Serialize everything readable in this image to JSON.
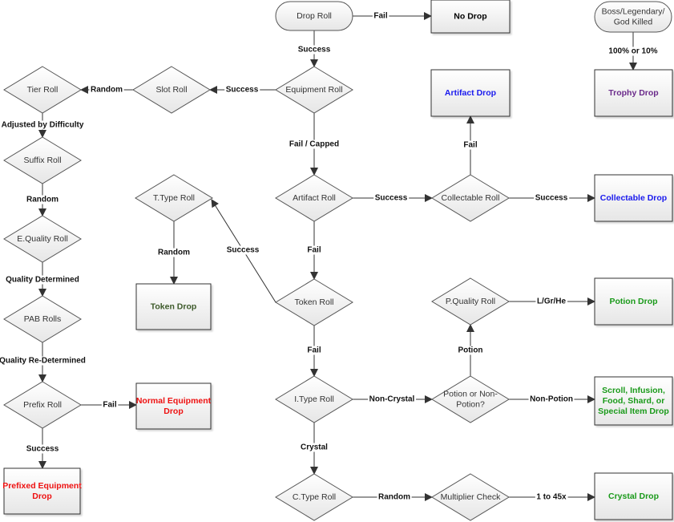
{
  "title": "Item Drop Flowchart",
  "colors": {
    "black": "#000000",
    "red": "#ee1111",
    "blue": "#1a1aee",
    "purple": "#6a2a8a",
    "green": "#1a9a1a",
    "dark_green": "#3d5a2a"
  },
  "nodes": {
    "drop_roll": {
      "label": [
        "Drop Roll"
      ],
      "shape": "terminator"
    },
    "no_drop": {
      "label": [
        "No Drop"
      ],
      "shape": "box",
      "color": "black"
    },
    "boss_killed": {
      "label": [
        "Boss/Legendary/",
        "God Killed"
      ],
      "shape": "terminator"
    },
    "trophy_drop": {
      "label": [
        "Trophy Drop"
      ],
      "shape": "box",
      "color": "purple"
    },
    "equipment_roll": {
      "label": [
        "Equipment Roll"
      ],
      "shape": "decision"
    },
    "slot_roll": {
      "label": [
        "Slot Roll"
      ],
      "shape": "decision"
    },
    "tier_roll": {
      "label": [
        "Tier Roll"
      ],
      "shape": "decision"
    },
    "suffix_roll": {
      "label": [
        "Suffix Roll"
      ],
      "shape": "decision"
    },
    "e_quality_roll": {
      "label": [
        "E.Quality Roll"
      ],
      "shape": "decision"
    },
    "pab_rolls": {
      "label": [
        "PAB Rolls"
      ],
      "shape": "decision"
    },
    "prefix_roll": {
      "label": [
        "Prefix Roll"
      ],
      "shape": "decision"
    },
    "normal_equipment_drop": {
      "label": [
        "Normal Equipment",
        "Drop"
      ],
      "shape": "box",
      "color": "red"
    },
    "prefixed_equipment_drop": {
      "label": [
        "Prefixed Equipment",
        "Drop"
      ],
      "shape": "box",
      "color": "red"
    },
    "artifact_roll": {
      "label": [
        "Artifact Roll"
      ],
      "shape": "decision"
    },
    "collectable_roll": {
      "label": [
        "Collectable Roll"
      ],
      "shape": "decision"
    },
    "artifact_drop": {
      "label": [
        "Artifact Drop"
      ],
      "shape": "box",
      "color": "blue"
    },
    "collectable_drop": {
      "label": [
        "Collectable Drop"
      ],
      "shape": "box",
      "color": "blue"
    },
    "t_type_roll": {
      "label": [
        "T.Type Roll"
      ],
      "shape": "decision"
    },
    "token_drop": {
      "label": [
        "Token Drop"
      ],
      "shape": "box",
      "color": "dark_green"
    },
    "token_roll": {
      "label": [
        "Token Roll"
      ],
      "shape": "decision"
    },
    "i_type_roll": {
      "label": [
        "I.Type Roll"
      ],
      "shape": "decision"
    },
    "potion_or_non_potion": {
      "label": [
        "Potion or Non-",
        "Potion?"
      ],
      "shape": "decision"
    },
    "p_quality_roll": {
      "label": [
        "P.Quality Roll"
      ],
      "shape": "decision"
    },
    "potion_drop": {
      "label": [
        "Potion Drop"
      ],
      "shape": "box",
      "color": "green"
    },
    "misc_drop": {
      "label": [
        "Scroll, Infusion,",
        "Food, Shard, or",
        "Special Item Drop"
      ],
      "shape": "box",
      "color": "green"
    },
    "c_type_roll": {
      "label": [
        "C.Type Roll"
      ],
      "shape": "decision"
    },
    "multiplier_check": {
      "label": [
        "Multiplier Check"
      ],
      "shape": "decision"
    },
    "crystal_drop": {
      "label": [
        "Crystal Drop"
      ],
      "shape": "box",
      "color": "green"
    }
  },
  "edges": [
    {
      "from": "drop_roll",
      "to": "no_drop",
      "label": "Fail"
    },
    {
      "from": "drop_roll",
      "to": "equipment_roll",
      "label": "Success"
    },
    {
      "from": "boss_killed",
      "to": "trophy_drop",
      "label": "100% or 10%"
    },
    {
      "from": "equipment_roll",
      "to": "slot_roll",
      "label": "Success"
    },
    {
      "from": "slot_roll",
      "to": "tier_roll",
      "label": "Random"
    },
    {
      "from": "tier_roll",
      "to": "suffix_roll",
      "label": "Adjusted by Difficulty"
    },
    {
      "from": "suffix_roll",
      "to": "e_quality_roll",
      "label": "Random"
    },
    {
      "from": "e_quality_roll",
      "to": "pab_rolls",
      "label": "Quality Determined"
    },
    {
      "from": "pab_rolls",
      "to": "prefix_roll",
      "label": "Quality Re-Determined"
    },
    {
      "from": "prefix_roll",
      "to": "normal_equipment_drop",
      "label": "Fail"
    },
    {
      "from": "prefix_roll",
      "to": "prefixed_equipment_drop",
      "label": "Success"
    },
    {
      "from": "equipment_roll",
      "to": "artifact_roll",
      "label": "Fail / Capped"
    },
    {
      "from": "artifact_roll",
      "to": "collectable_roll",
      "label": "Success"
    },
    {
      "from": "collectable_roll",
      "to": "artifact_drop",
      "label": "Fail"
    },
    {
      "from": "collectable_roll",
      "to": "collectable_drop",
      "label": "Success"
    },
    {
      "from": "artifact_roll",
      "to": "token_roll",
      "label": "Fail"
    },
    {
      "from": "token_roll",
      "to": "t_type_roll",
      "label": "Success"
    },
    {
      "from": "t_type_roll",
      "to": "token_drop",
      "label": "Random"
    },
    {
      "from": "token_roll",
      "to": "i_type_roll",
      "label": "Fail"
    },
    {
      "from": "i_type_roll",
      "to": "potion_or_non_potion",
      "label": "Non-Crystal"
    },
    {
      "from": "potion_or_non_potion",
      "to": "p_quality_roll",
      "label": "Potion"
    },
    {
      "from": "p_quality_roll",
      "to": "potion_drop",
      "label": "L/Gr/He"
    },
    {
      "from": "potion_or_non_potion",
      "to": "misc_drop",
      "label": "Non-Potion"
    },
    {
      "from": "i_type_roll",
      "to": "c_type_roll",
      "label": "Crystal"
    },
    {
      "from": "c_type_roll",
      "to": "multiplier_check",
      "label": "Random"
    },
    {
      "from": "multiplier_check",
      "to": "crystal_drop",
      "label": "1 to 45x"
    }
  ]
}
